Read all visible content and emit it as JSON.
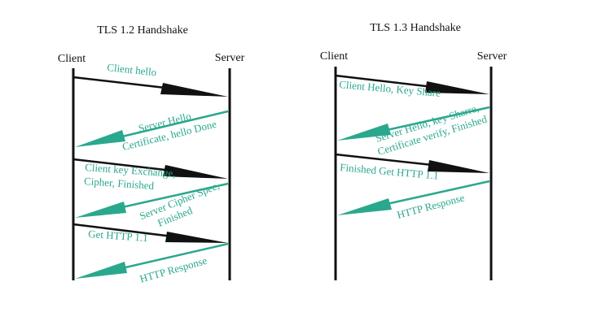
{
  "colors": {
    "black": "#111111",
    "green": "#2aa88e"
  },
  "tls12": {
    "title": "TLS 1.2 Handshake",
    "client": "Client",
    "server": "Server",
    "messages": [
      {
        "lines": [
          "Client hello"
        ]
      },
      {
        "lines": [
          "Server Hello",
          "Certificate, hello Done"
        ]
      },
      {
        "lines": [
          "Client key Exchange,",
          "Cipher, Finished"
        ]
      },
      {
        "lines": [
          "Server Cipher Spec,",
          "Finished"
        ]
      },
      {
        "lines": [
          "Get HTTP 1.1"
        ]
      },
      {
        "lines": [
          "HTTP Response"
        ]
      }
    ]
  },
  "tls13": {
    "title": "TLS 1.3 Handshake",
    "client": "Client",
    "server": "Server",
    "messages": [
      {
        "lines": [
          "Client Hello, Key Share"
        ]
      },
      {
        "lines": [
          "Server Hello, key Sharre,",
          "Certificate verify, Finished"
        ]
      },
      {
        "lines": [
          "Finished Get HTTP 1.1"
        ]
      },
      {
        "lines": [
          "HTTP Response"
        ]
      }
    ]
  }
}
